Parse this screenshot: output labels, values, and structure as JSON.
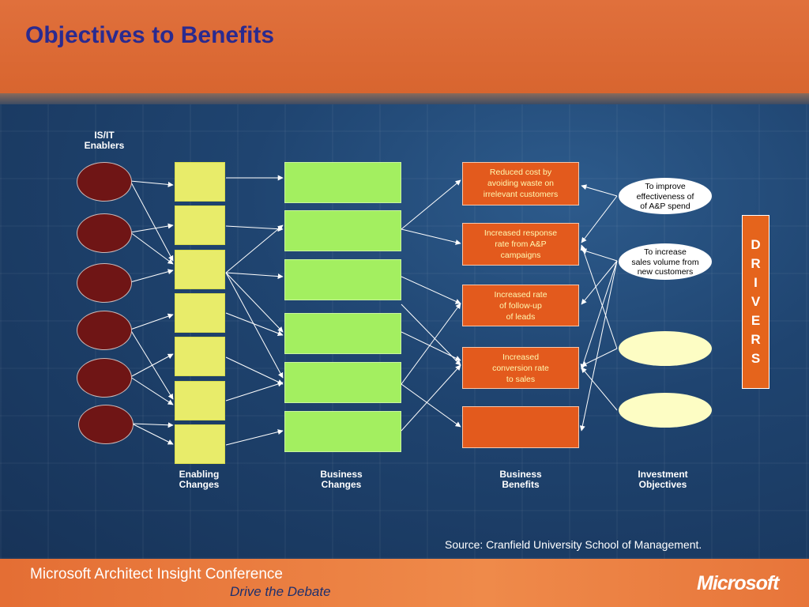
{
  "title": "Objectives to Benefits",
  "columns": {
    "enablers": "IS/IT\nEnablers",
    "enabling": "Enabling\nChanges",
    "business_changes": "Business\nChanges",
    "business_benefits": "Business\nBenefits",
    "investment": "Investment\nObjectives"
  },
  "benefits": [
    "Reduced cost by\navoiding waste on\nirrelevant customers",
    "Increased response\nrate from A&P\ncampaigns",
    "Increased rate\nof follow-up\nof leads",
    "Increased\nconversion rate\nto sales",
    ""
  ],
  "objectives": [
    "To improve\neffectiveness of\nof A&P spend",
    "To increase\nsales volume from\nnew customers"
  ],
  "drivers_letters": [
    "D",
    "R",
    "I",
    "V",
    "E",
    "R",
    "S"
  ],
  "source": "Source:  Cranfield University School of Management.",
  "footer": {
    "conference": "Microsoft Architect Insight Conference",
    "tagline": "Drive the Debate",
    "logo": "Microsoft"
  },
  "colors": {
    "header": "#d8652f",
    "title": "#2a2a8f",
    "enabler_oval": "#6f1515",
    "enabling_box": "#e8ec6a",
    "business_change_box": "#a3ef60",
    "benefit_box": "#e35a1d",
    "objective_oval": "#ffffff",
    "drivers_box": "#e5641c"
  }
}
